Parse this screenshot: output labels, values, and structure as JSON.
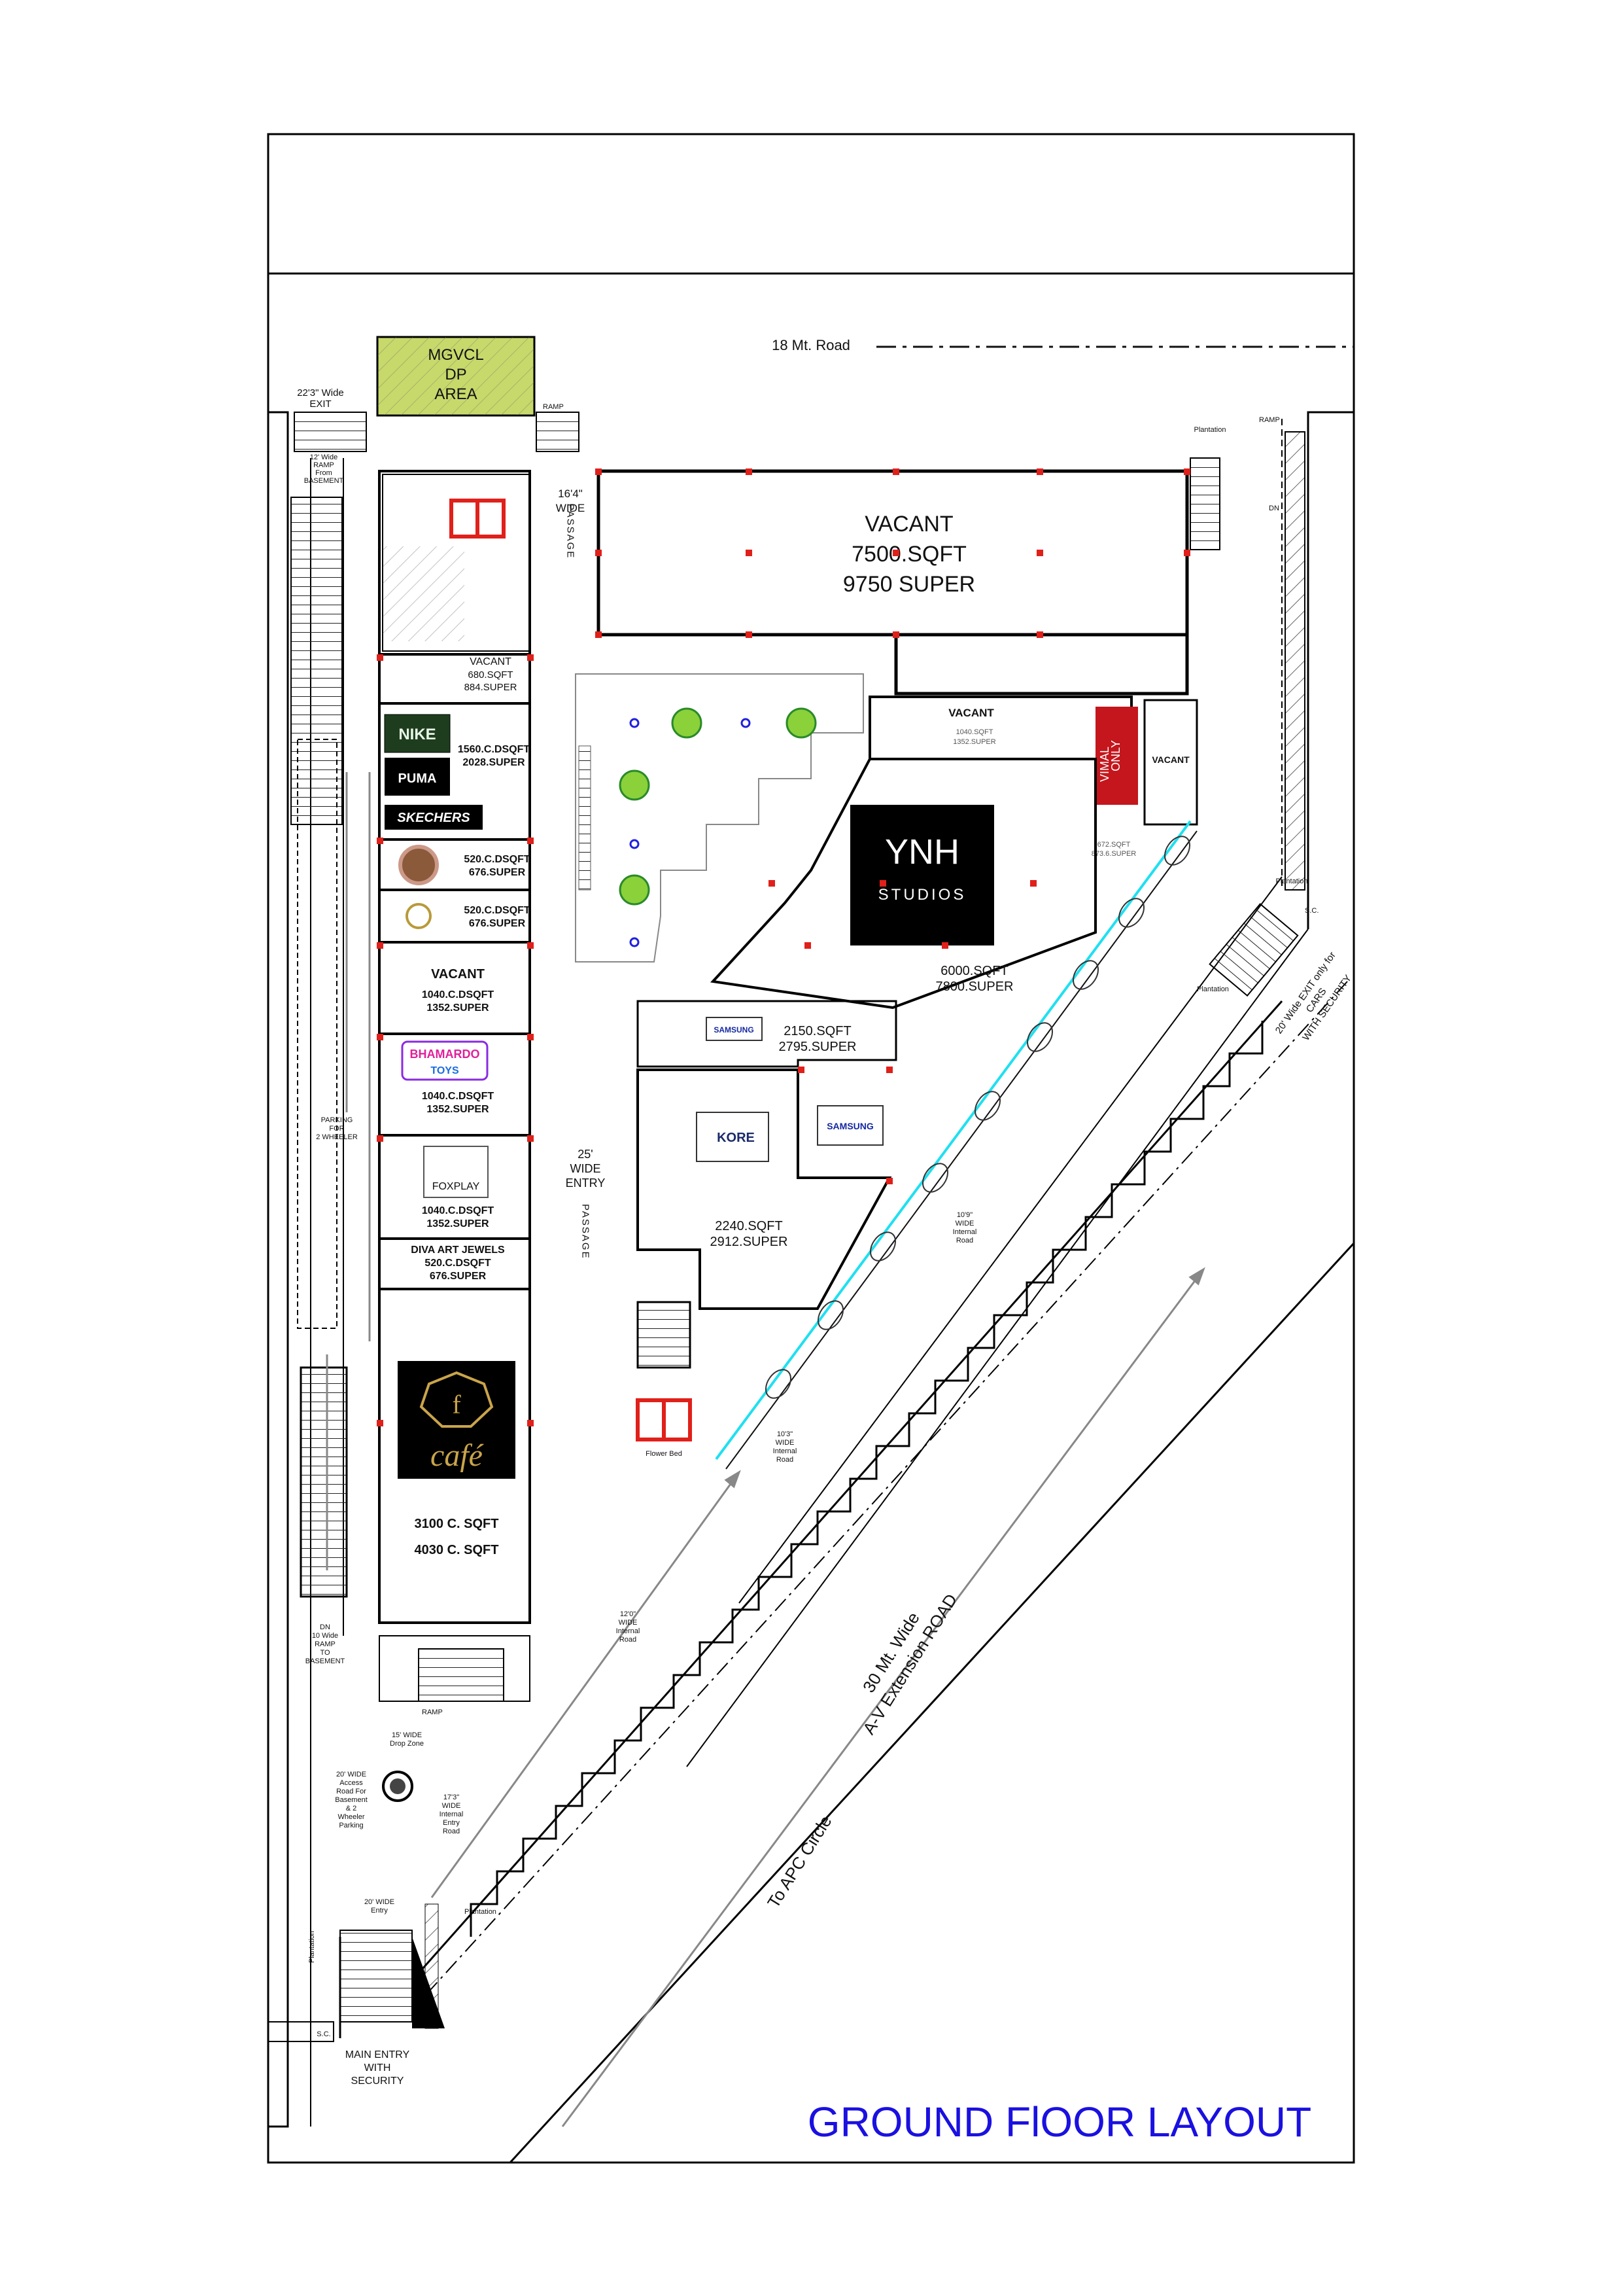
{
  "title": "GROUND FlOOR LAYOUT",
  "roads": {
    "top_road": "18 Mt. Road",
    "main_road": [
      "30 Mt. Wide",
      "A-V Extension ROAD"
    ],
    "apc": "To APC Circle"
  },
  "zones": {
    "mgvcl": [
      "MGVCL",
      "DP",
      "AREA"
    ],
    "exit_top": [
      "22'3\" Wide",
      "EXIT"
    ],
    "passage_top": [
      "16'4\"",
      "WIDE"
    ],
    "passage_word": "PASSAGE",
    "entry_passage": [
      "25'",
      "WIDE",
      "ENTRY"
    ],
    "exit_cars": [
      "20' Wide EXIT only for",
      "CARS",
      "WITH SECURITY"
    ],
    "main_entry": [
      "MAIN ENTRY",
      "WITH",
      "SECURITY"
    ],
    "ramp": "RAMP",
    "plantation": "Plantation",
    "parking": [
      "PARKING",
      "FOR",
      "2 WHEELER"
    ],
    "drop_zone": [
      "15' WIDE",
      "Drop Zone"
    ],
    "internal_road": [
      "17'3\"",
      "WIDE",
      "Internal",
      "Entry",
      "Road"
    ],
    "internal_road2": [
      "10'3\"",
      "WIDE",
      "Internal",
      "Road"
    ],
    "internal_road3": [
      "12'0\"",
      "WIDE",
      "Internal",
      "Road"
    ],
    "internal_road4": [
      "10'9\"",
      "WIDE",
      "Internal",
      "Road"
    ],
    "entry_20": [
      "20' WIDE",
      "Entry"
    ],
    "access_road": [
      "20' WIDE",
      "Access",
      "Road For",
      "Basement",
      "& 2",
      "Wheeler",
      "Parking"
    ],
    "dn_ramp": [
      "DN",
      "10 Wide",
      "RAMP",
      "TO",
      "BASEMENT"
    ],
    "sc": "S.C.",
    "dn": "DN",
    "flower_bed": "Flower Bed",
    "wide_ramp": [
      "12' Wide",
      "RAMP",
      "From",
      "BASEMENT"
    ]
  },
  "units": {
    "vacant_big": {
      "label": "VACANT",
      "sqft": "7500.SQFT",
      "super": "9750 SUPER"
    },
    "vacant_680": {
      "label": "VACANT",
      "sqft": "680.SQFT",
      "super": "884.SUPER"
    },
    "nike_block": {
      "sqft": "1560.C.DSQFT",
      "super": "2028.SUPER"
    },
    "cafe1": {
      "sqft": "520.C.DSQFT",
      "super": "676.SUPER"
    },
    "cafe2": {
      "sqft": "520.C.DSQFT",
      "super": "676.SUPER"
    },
    "vacant_1040": {
      "label": "VACANT",
      "sqft": "1040.C.DSQFT",
      "super": "1352.SUPER"
    },
    "bhamardo": {
      "sqft": "1040.C.DSQFT",
      "super": "1352.SUPER"
    },
    "foxplay": {
      "sqft": "1040.C.DSQFT",
      "super": "1352.SUPER"
    },
    "diva": {
      "label": "DIVA ART JEWELS",
      "sqft": "520.C.DSQFT",
      "super": "676.SUPER"
    },
    "fcafe": {
      "sqft": "3100 C. SQFT",
      "super": "4030 C. SQFT"
    },
    "vacant_mid": {
      "label": "VACANT",
      "sqft": "1040.SQFT",
      "super": "1352.SUPER"
    },
    "vacant_right": {
      "label": "VACANT",
      "sqft": "672.SQFT",
      "super": "873.6.SUPER"
    },
    "ynh": {
      "sqft": "6000.SQFT",
      "super": "7800.SUPER"
    },
    "samsung": {
      "sqft": "2150.SQFT",
      "super": "2795.SUPER"
    },
    "kore": {
      "sqft": "2240.SQFT",
      "super": "2912.SUPER"
    }
  },
  "brands": {
    "nike": "NIKE",
    "puma": "PUMA",
    "skechers": "SKECHERS",
    "only_vimal": [
      "ONLY",
      "VIMAL"
    ],
    "ynh": [
      "YNH",
      "STUDIOS"
    ],
    "samsung": "SAMSUNG",
    "kore": "KORE",
    "bhamardo": [
      "BHAMARDO",
      "TOYS"
    ],
    "foxplay": "FOXPLAY",
    "fcafe": [
      "f",
      "café"
    ]
  },
  "colors": {
    "title_blue": "#1a10e0",
    "mgvcl_green": "#c8d96b",
    "column_red": "#e0201a",
    "glass_cyan": "#1fe0f0",
    "vimal_red": "#c4161c",
    "cafe_gold": "#c9a44a"
  }
}
